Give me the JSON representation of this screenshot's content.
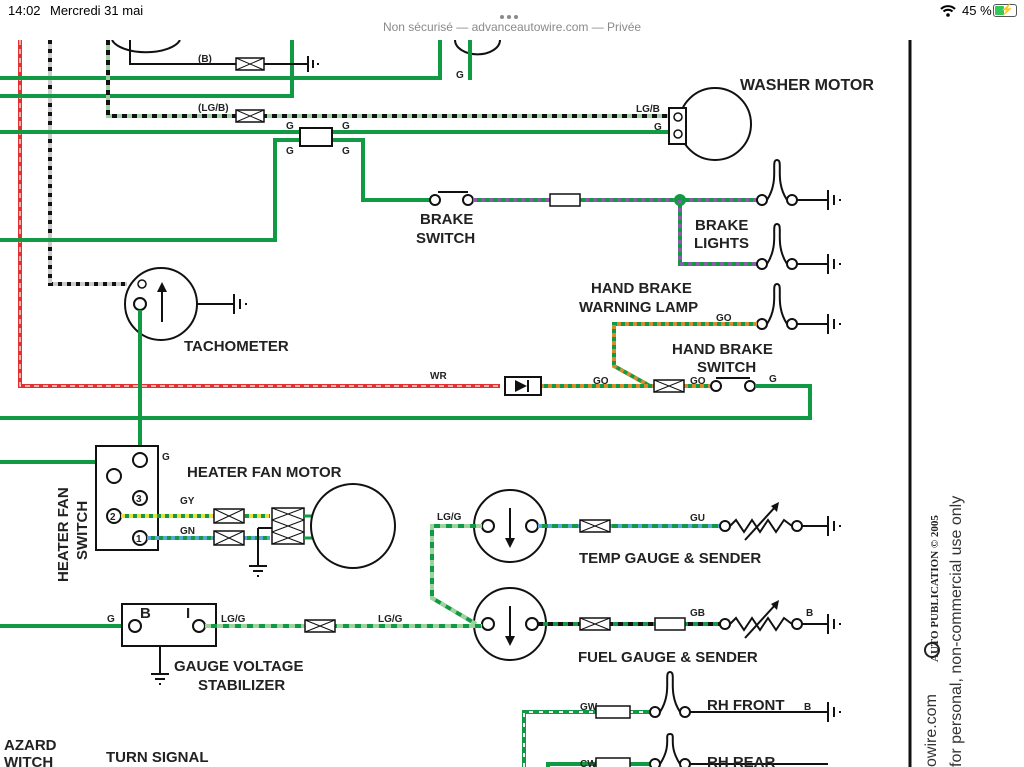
{
  "status_bar": {
    "time": "14:02",
    "date": "Mercredi 31 mai",
    "url": "Non sécurisé — advanceautowire.com — Privée",
    "battery_pct": "45 %",
    "battery_level": 0.45,
    "icons": [
      "wifi-icon",
      "battery-charging-icon",
      "more-dots-icon"
    ]
  },
  "colors": {
    "green": "#119a44",
    "light_green": "#9ed29f",
    "black": "#111111",
    "red": "#e53030",
    "purple": "#8b5aa8",
    "orange": "#d98a2b",
    "yellow": "#e8e03c",
    "blue": "#5aa6d6"
  },
  "components": {
    "washer_motor": "WASHER MOTOR",
    "brake_switch_1": "BRAKE",
    "brake_switch_2": "SWITCH",
    "brake_lights_1": "BRAKE",
    "brake_lights_2": "LIGHTS",
    "hand_brake_lamp_1": "HAND BRAKE",
    "hand_brake_lamp_2": "WARNING LAMP",
    "hand_brake_switch_1": "HAND BRAKE",
    "hand_brake_switch_2": "SWITCH",
    "tachometer": "TACHOMETER",
    "heater_fan_motor": "HEATER FAN MOTOR",
    "heater_fan_switch_1": "HEATER FAN",
    "heater_fan_switch_2": "SWITCH",
    "temp_gauge": "TEMP GAUGE & SENDER",
    "fuel_gauge": "FUEL GAUGE & SENDER",
    "stabilizer_1": "GAUGE VOLTAGE",
    "stabilizer_2": "STABILIZER",
    "rh_front": "RH FRONT",
    "rh_rear": "RH REAR",
    "turn_signal": "TURN SIGNAL",
    "hazard_1": "AZARD",
    "hazard_2": "WITCH"
  },
  "wire_labels": {
    "b_top": "(B)",
    "lgb_top": "(LG/B)",
    "g_top": "G",
    "lgb_washer": "LG/B",
    "g_washer": "G",
    "g1": "G",
    "g2": "G",
    "g3": "G",
    "g4": "G",
    "wr": "WR",
    "go1": "GO",
    "go2": "GO",
    "go3": "GO",
    "g_hb": "G",
    "g_fan": "G",
    "gy": "GY",
    "gn": "GN",
    "lgg1": "LG/G",
    "lgg2": "LG/G",
    "lgg3": "LG/G",
    "g_stab": "G",
    "b_stab": "B",
    "i_stab": "I",
    "gu": "GU",
    "gb": "GB",
    "b_fuel": "B",
    "gw": "GW",
    "b_front": "B",
    "cw": "CW",
    "sw_3": "3",
    "sw_2": "2",
    "sw_1": "1"
  },
  "side_text": {
    "publication": "AUTO PUBLICATION  © 2005",
    "personal": "for personal, non-commercial use only",
    "site": "owire.com"
  }
}
